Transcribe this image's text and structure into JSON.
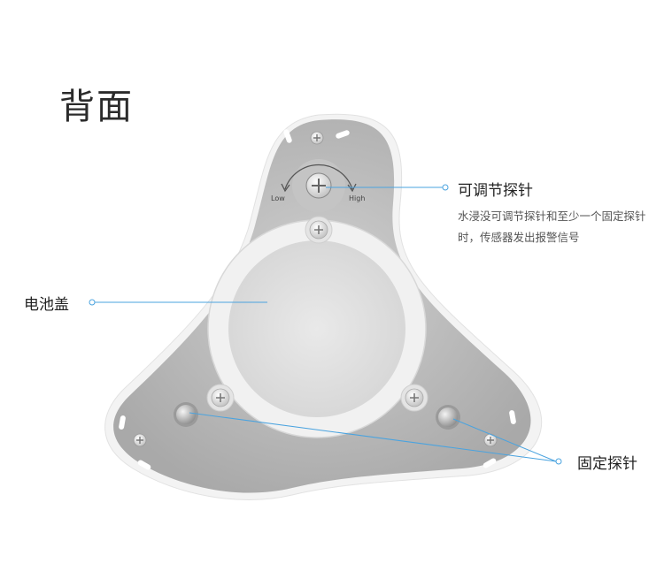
{
  "title": "背面",
  "dial": {
    "low": "Low",
    "high": "High"
  },
  "callouts": {
    "adjustable_probe": {
      "label": "可调节探针",
      "description": "水浸没可调节探针和至少一个固定探针时，传感器发出报警信号"
    },
    "battery_cover": {
      "label": "电池盖"
    },
    "fixed_probe": {
      "label": "固定探针"
    }
  },
  "colors": {
    "accent_line": "#4aa3df",
    "body": "#b9b9b9",
    "cover": "#e6e6e6"
  }
}
